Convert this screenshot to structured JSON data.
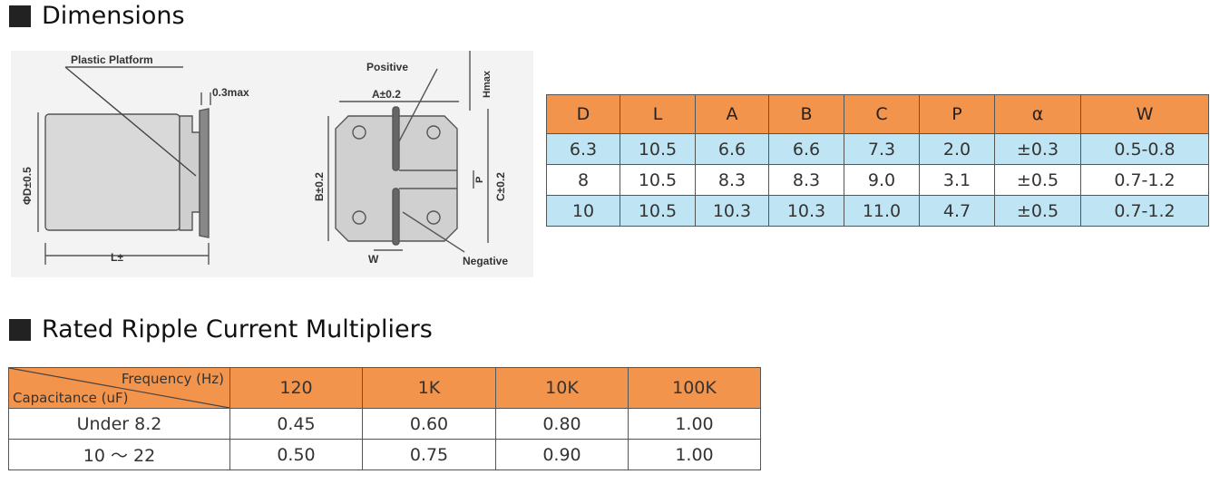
{
  "sections": {
    "dimensions_title": "Dimensions",
    "ripple_title": "Rated Ripple Current Multipliers"
  },
  "diagram": {
    "plastic_platform": "Plastic Platform",
    "thickness": "0.3max",
    "phi_d": "ΦD±0.5",
    "l_dim": "L±",
    "positive": "Positive",
    "a_dim": "A±0.2",
    "hmax": "Hmax",
    "b_dim": "B±0.2",
    "c_dim": "C±0.2",
    "p_dim": "P",
    "w_dim": "W",
    "negative": "Negative"
  },
  "dimensions_table": {
    "headers": [
      "D",
      "L",
      "A",
      "B",
      "C",
      "P",
      "α",
      "W"
    ],
    "rows": [
      [
        "6.3",
        "10.5",
        "6.6",
        "6.6",
        "7.3",
        "2.0",
        "±0.3",
        "0.5-0.8"
      ],
      [
        "8",
        "10.5",
        "8.3",
        "8.3",
        "9.0",
        "3.1",
        "±0.5",
        "0.7-1.2"
      ],
      [
        "10",
        "10.5",
        "10.3",
        "10.3",
        "11.0",
        "4.7",
        "±0.5",
        "0.7-1.2"
      ]
    ]
  },
  "ripple_table": {
    "corner_top": "Frequency (Hz)",
    "corner_bottom": "Capacitance (uF)",
    "headers": [
      "120",
      "1K",
      "10K",
      "100K"
    ],
    "rows": [
      [
        "Under 8.2",
        "0.45",
        "0.60",
        "0.80",
        "1.00"
      ],
      [
        "10 ～ 22",
        "0.50",
        "0.75",
        "0.90",
        "1.00"
      ]
    ]
  },
  "colors": {
    "header_orange": "#f3944d",
    "row_blue": "#bfe5f5"
  }
}
